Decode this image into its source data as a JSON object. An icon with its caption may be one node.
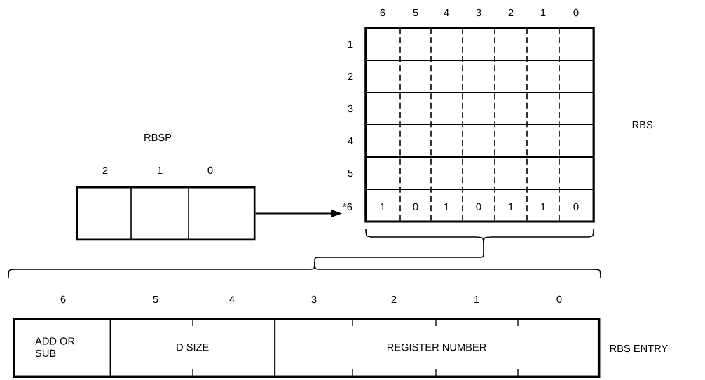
{
  "diagram": {
    "nodes": [
      {
        "text": [
          "RBSP"
        ]
      },
      {
        "text": [],
        "shape": "box",
        "beside": [
          "RBS"
        ]
      },
      {
        "text": [],
        "shape": "box",
        "beside": [
          "RBS ENTRY"
        ]
      },
      {
        "text": [
          "ADD OR SUB"
        ],
        "in": 2
      },
      {
        "text": [
          "D SIZE"
        ],
        "in": 2
      },
      {
        "text": [
          "REGISTER NUMBER"
        ],
        "in": 2
      }
    ],
    "edges": [
      {
        "from": 0,
        "to": 1,
        "arrow": "to"
      }
    ],
    "labels": [
      "6",
      "5",
      "4",
      "3",
      "2",
      "1",
      "0",
      "1",
      "2",
      "3",
      "4",
      "5",
      "2",
      "1",
      "0",
      "*6",
      "1",
      "0",
      "1",
      "0",
      "1",
      "1",
      "0",
      "6",
      "5",
      "4",
      "3",
      "2",
      "1",
      "0"
    ]
  }
}
